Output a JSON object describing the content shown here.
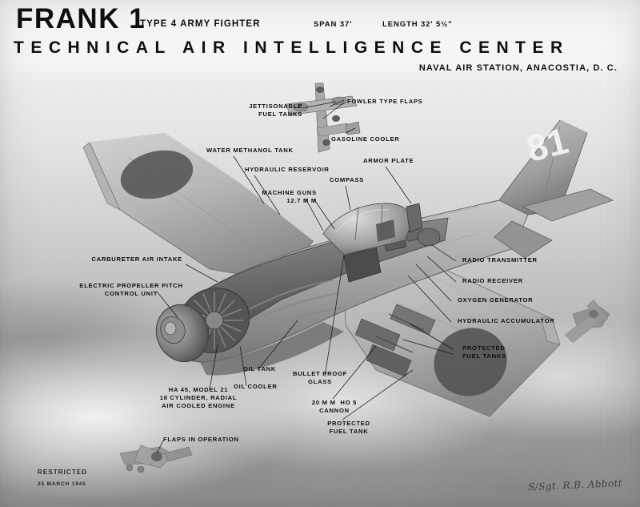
{
  "header": {
    "aircraft_name": "FRANK 1",
    "type_designation": "TYPE 4 ARMY FIGHTER",
    "span": "SPAN 37'",
    "length": "LENGTH 32' 5½\"",
    "organization": "TECHNICAL AIR INTELLIGENCE CENTER",
    "location": "NAVAL AIR STATION, ANACOSTIA, D. C."
  },
  "markings": {
    "tail_number": "81"
  },
  "callouts": [
    {
      "id": "jettisonable-fuel-tanks",
      "text": "JETTISONABLE\nFUEL TANKS"
    },
    {
      "id": "fowler-type-flaps",
      "text": "FOWLER TYPE FLAPS"
    },
    {
      "id": "gasoline-cooler",
      "text": "GASOLINE COOLER"
    },
    {
      "id": "water-methanol-tank",
      "text": "WATER METHANOL TANK"
    },
    {
      "id": "hydraulic-reservoir",
      "text": "HYDRAULIC RESERVOIR"
    },
    {
      "id": "compass",
      "text": "COMPASS"
    },
    {
      "id": "armor-plate",
      "text": "ARMOR PLATE"
    },
    {
      "id": "machine-guns",
      "text": "MACHINE GUNS\n12.7 M M"
    },
    {
      "id": "carbureter-air-intake",
      "text": "CARBURETER AIR INTAKE"
    },
    {
      "id": "electric-propeller-pitch-control-unit",
      "text": "ELECTRIC PROPELLER PITCH\nCONTROL UNIT"
    },
    {
      "id": "radio-transmitter",
      "text": "RADIO TRANSMITTER"
    },
    {
      "id": "radio-receiver",
      "text": "RADIO RECEIVER"
    },
    {
      "id": "oxygen-generator",
      "text": "OXYGEN GENERATOR"
    },
    {
      "id": "hydraulic-accumulator",
      "text": "HYDRAULIC ACCUMULATOR"
    },
    {
      "id": "protected-fuel-tanks",
      "text": "PROTECTED\nFUEL TANKS"
    },
    {
      "id": "oil-tank",
      "text": "OIL TANK"
    },
    {
      "id": "oil-cooler",
      "text": "OIL COOLER"
    },
    {
      "id": "bullet-proof-glass",
      "text": "BULLET PROOF\nGLASS"
    },
    {
      "id": "engine",
      "text": "HA 45, MODEL 21\n18 CYLINDER, RADIAL\nAIR COOLED ENGINE"
    },
    {
      "id": "cannon",
      "text": "20 M M  HO 5\nCANNON"
    },
    {
      "id": "protected-fuel-tank",
      "text": "PROTECTED\nFUEL TANK"
    },
    {
      "id": "flaps-in-operation",
      "text": "FLAPS IN OPERATION"
    }
  ],
  "stamps": {
    "classification": "RESTRICTED",
    "date": "25 MARCH 1945",
    "signature": "S/Sgt. R.B. Abbott"
  },
  "colors": {
    "ink": "#111111",
    "paper": "#f4f3f1",
    "sky_light": "#f2f1ee",
    "sky_dark": "#969490",
    "airframe_light": "#c9c6c0",
    "airframe_mid": "#a7a49e",
    "airframe_dark": "#6d6a65",
    "roundel": "#4a4843"
  }
}
